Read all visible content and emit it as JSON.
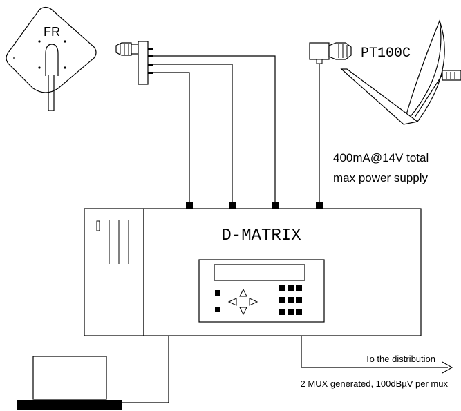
{
  "antenna_left": {
    "label": "FR"
  },
  "antenna_right": {
    "label": "PT100C"
  },
  "power_note": {
    "line1": "400mA@14V total",
    "line2": "max power supply"
  },
  "device": {
    "title": "D-MATRIX"
  },
  "output": {
    "label": "To the distribution",
    "note": "2 MUX generated, 100dBµV per mux"
  },
  "colors": {
    "line": "#000000",
    "antenna_label": "#808080",
    "background": "#ffffff"
  }
}
